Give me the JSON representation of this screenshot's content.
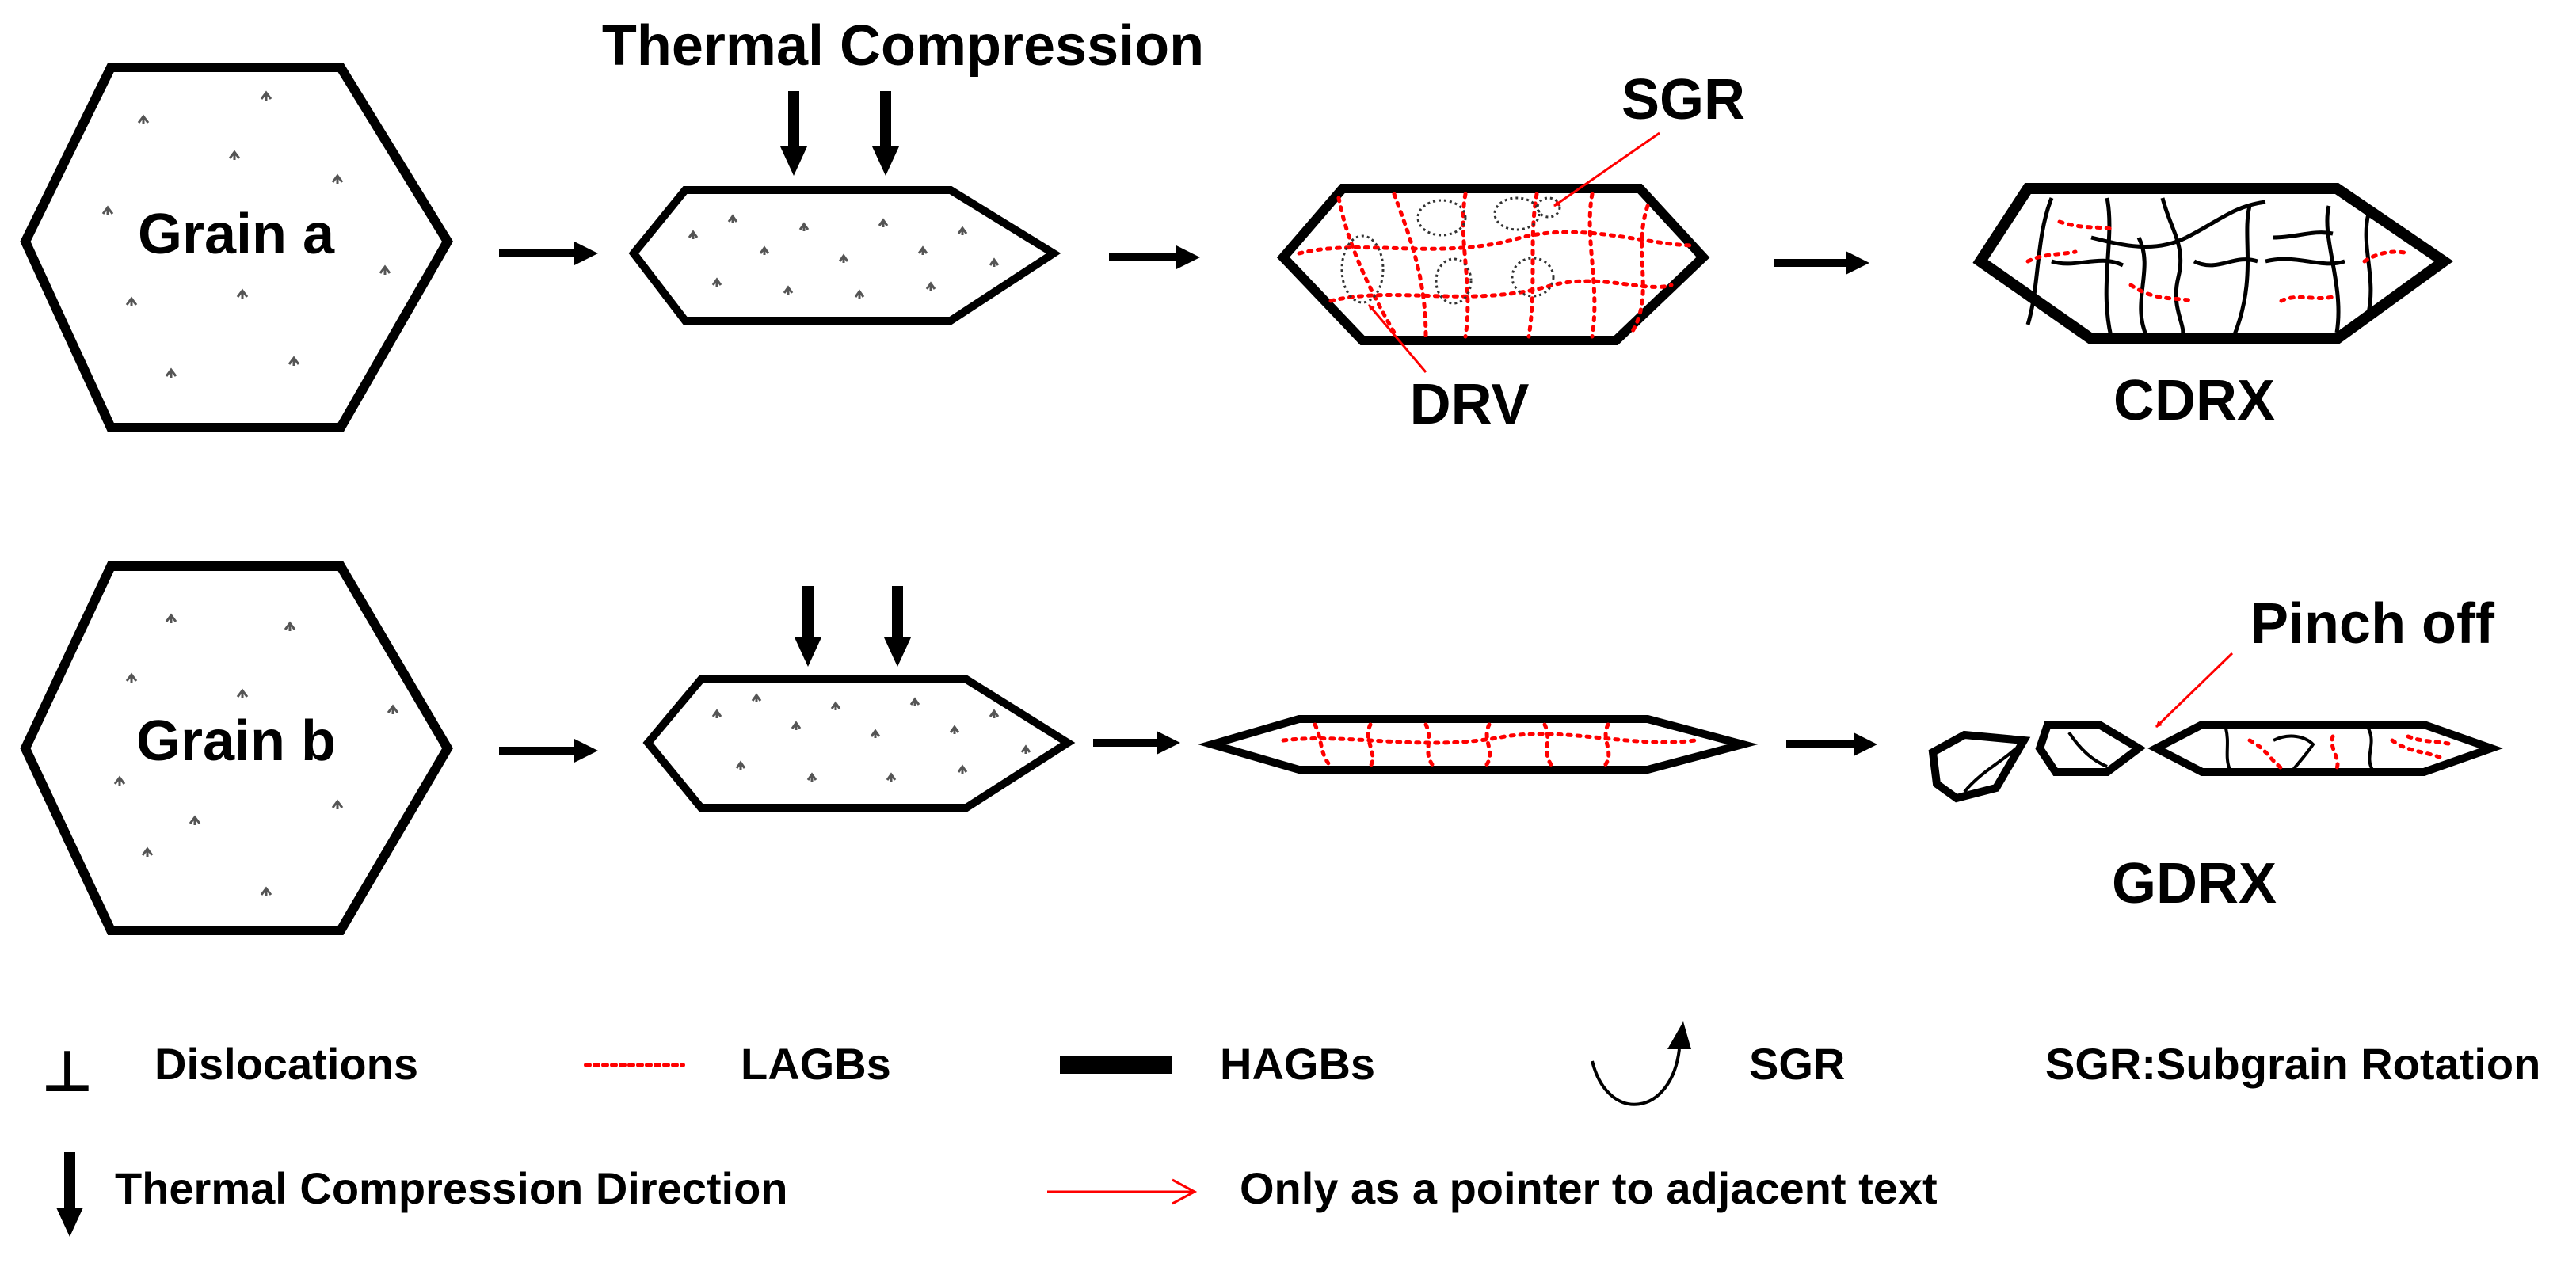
{
  "title": "Thermal Compression",
  "rows": [
    {
      "grain_label": "Grain a",
      "mechanisms": [
        "SGR",
        "DRV"
      ],
      "result_label": "CDRX"
    },
    {
      "grain_label": "Grain b",
      "annotation": "Pinch off",
      "result_label": "GDRX"
    }
  ],
  "legend": {
    "dislocation_symbol": "⊥",
    "dislocations": "Dislocations",
    "lagbs": "LAGBs",
    "hagbs": "HAGBs",
    "sgr": "SGR",
    "sgr_definition": "SGR:Subgrain Rotation",
    "compression_direction": "Thermal Compression Direction",
    "pointer": "Only as a pointer to adjacent text"
  },
  "colors": {
    "outline": "#000000",
    "lagb": "#ff0000",
    "dislocation": "#555555",
    "pointer": "#ff0000"
  }
}
